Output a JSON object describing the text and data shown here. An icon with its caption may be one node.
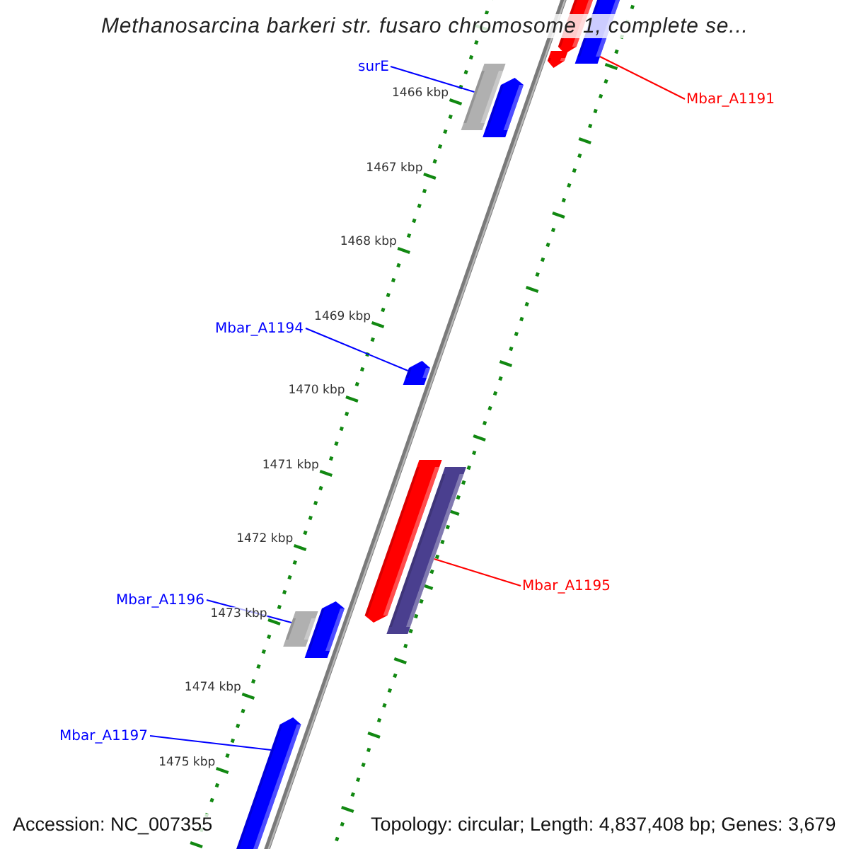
{
  "diagram": {
    "title": "Methanosarcina barkeri str. fusaro chromosome 1, complete se...",
    "nodes": [
      {
        "text": [
          "surE"
        ]
      },
      {
        "text": [],
        "shape": "bar"
      },
      {
        "text": [
          "Mbar_A1191"
        ]
      },
      {
        "text": [],
        "shape": "bar"
      },
      {
        "text": [
          "Mbar_A1194"
        ]
      },
      {
        "text": [],
        "shape": "arrow"
      },
      {
        "text": [
          "Mbar_A1195"
        ]
      },
      {
        "text": [],
        "shape": "bar"
      },
      {
        "text": [
          "Mbar_A1196"
        ]
      },
      {
        "text": [],
        "shape": "bar"
      },
      {
        "text": [
          "Mbar_A1197"
        ]
      },
      {
        "text": [],
        "shape": "arrow"
      },
      {
        "text": [],
        "shape": "arrow"
      },
      {
        "text": [],
        "shape": "arrow"
      },
      {
        "text": [],
        "shape": "arrow"
      },
      {
        "text": [],
        "shape": "arrow"
      },
      {
        "text": [],
        "shape": "arrow"
      }
    ],
    "edges": [
      {
        "from": 0,
        "to": 1,
        "arrow": "none"
      },
      {
        "from": 2,
        "to": 3,
        "arrow": "none",
        "color": "#ff0000"
      },
      {
        "from": 4,
        "to": 5,
        "arrow": "none"
      },
      {
        "from": 6,
        "to": 7,
        "arrow": "none",
        "color": "#ff0000"
      },
      {
        "from": 8,
        "to": 9,
        "arrow": "none"
      },
      {
        "from": 10,
        "to": 11,
        "arrow": "none"
      }
    ],
    "labels": [
      "1466 kbp",
      "1467 kbp",
      "1468 kbp",
      "1469 kbp",
      "1470 kbp",
      "1471 kbp",
      "1472 kbp",
      "1473 kbp",
      "1474 kbp",
      "1475 kbp",
      "Accession: NC_007355",
      "Topology: circular; Length: 4,837,408 bp; Genes: 3,679"
    ]
  }
}
